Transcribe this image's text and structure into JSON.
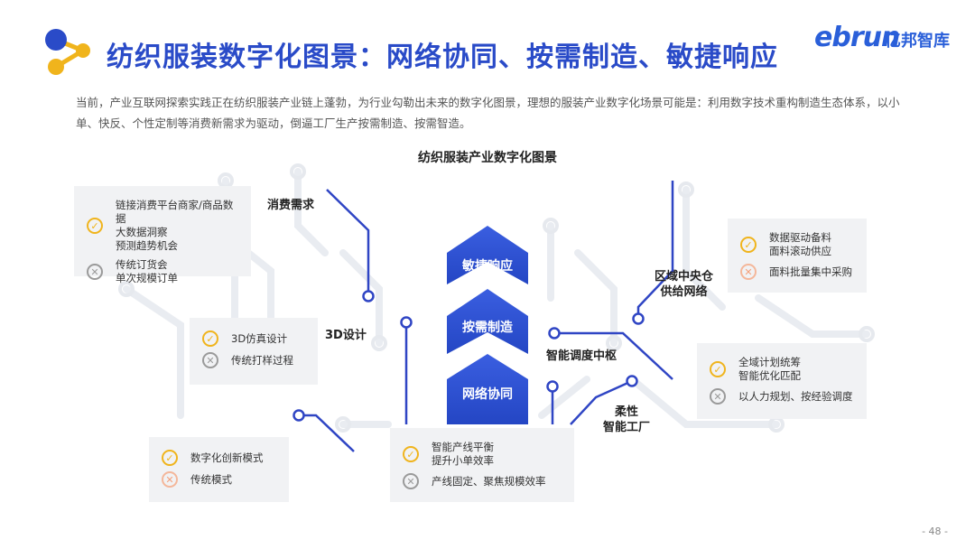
{
  "header": {
    "title": "纺织服装数字化图景：网络协同、按需制造、敏捷响应",
    "logo_en": "ebrun",
    "logo_cn": "亿邦智库"
  },
  "intro": "当前，产业互联网探索实践正在纺织服装产业链上蓬勃，为行业勾勒出未来的数字化图景，理想的服装产业数字化场景可能是：利用数字技术重构制造生态体系，以小单、快反、个性定制等消费新需求为驱动，倒逼工厂生产按需制造、按需智造。",
  "diagram": {
    "title": "纺织服装产业数字化图景",
    "stack": [
      "敏捷响应",
      "按需制造",
      "网络协同"
    ],
    "nodes": {
      "consumer": "消费需求",
      "design": "3D设计",
      "warehouse": "区域中央仓\n供给网络",
      "dispatch": "智能调度中枢",
      "factory": "柔性\n智能工厂"
    },
    "boxes": {
      "consumer": [
        {
          "type": "ok",
          "text": "链接消费平台商家/商品数据\n大数据洞察\n预测趋势机会"
        },
        {
          "type": "no",
          "text": "传统订货会\n单次规模订单"
        }
      ],
      "design": [
        {
          "type": "ok",
          "text": "3D仿真设计"
        },
        {
          "type": "no",
          "text": "传统打样过程"
        }
      ],
      "innovation": [
        {
          "type": "ok",
          "text": "数字化创新模式"
        },
        {
          "type": "no2",
          "text": "传统模式"
        }
      ],
      "production": [
        {
          "type": "ok",
          "text": "智能产线平衡\n提升小单效率"
        },
        {
          "type": "no",
          "text": "产线固定、聚焦规模效率"
        }
      ],
      "warehouse": [
        {
          "type": "ok",
          "text": "数据驱动备料\n面料滚动供应"
        },
        {
          "type": "no2",
          "text": "面料批量集中采购"
        }
      ],
      "dispatch": [
        {
          "type": "ok",
          "text": "全域计划统筹\n智能优化匹配"
        },
        {
          "type": "no",
          "text": "以人力规划、按经验调度"
        }
      ]
    }
  },
  "page": "- 48 -",
  "colors": {
    "accent": "#2a4bc8",
    "check": "#f0b41c",
    "line": "#2f45c4"
  }
}
